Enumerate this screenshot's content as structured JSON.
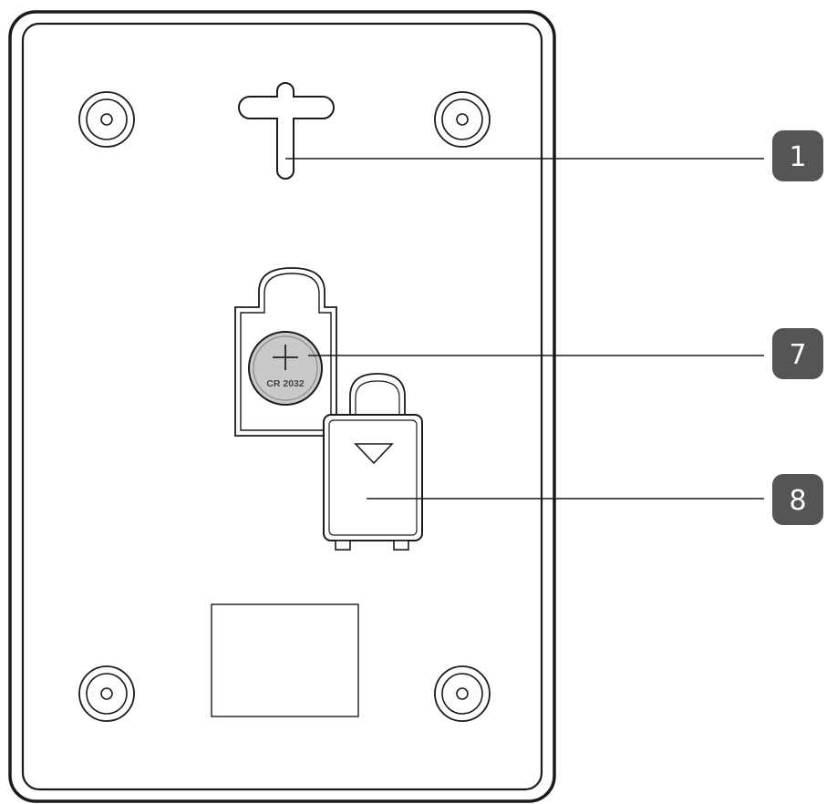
{
  "callouts": [
    {
      "number": "1"
    },
    {
      "number": "7"
    },
    {
      "number": "8"
    }
  ],
  "battery": {
    "symbol": "+",
    "label": "CR 2032"
  },
  "colors": {
    "outline": "#1a1a1a",
    "callout_fill": "#555555",
    "battery_fill": "#c9c9c9",
    "label_text": "#ffffff"
  }
}
